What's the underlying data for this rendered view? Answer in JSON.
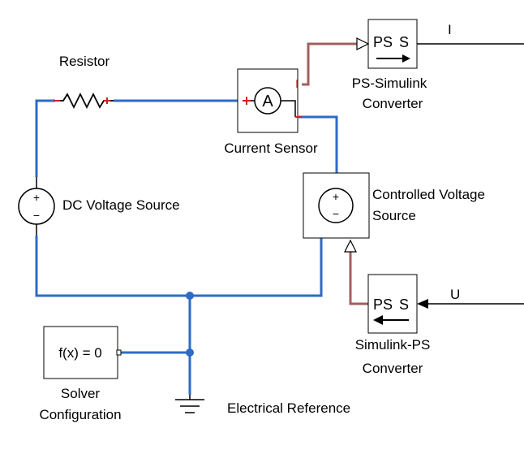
{
  "labels": {
    "resistor": "Resistor",
    "current_sensor": "Current Sensor",
    "ps_simulink_line1": "PS-Simulink",
    "ps_simulink_line2": "Converter",
    "output_I": "I",
    "dc_source": "DC Voltage Source",
    "controlled_line1": "Controlled Voltage",
    "controlled_line2": "Source",
    "simulink_ps_line1": "Simulink-PS",
    "simulink_ps_line2": "Converter",
    "input_U": "U",
    "solver_line1": "Solver",
    "solver_line2": "Configuration",
    "electrical_ref": "Electrical Reference"
  },
  "blocks": {
    "ammeter_symbol": "A",
    "sensor_port_I": "I",
    "ps_text": "PS",
    "s_text": "S",
    "solver_expr": "f(x) = 0",
    "plus": "+",
    "minus": "−"
  },
  "colors": {
    "physical_wire": "#2e6bc6",
    "signal_wire_ps": "#a0605e",
    "signal_wire": "#000000",
    "port_red": "#cc2222"
  }
}
